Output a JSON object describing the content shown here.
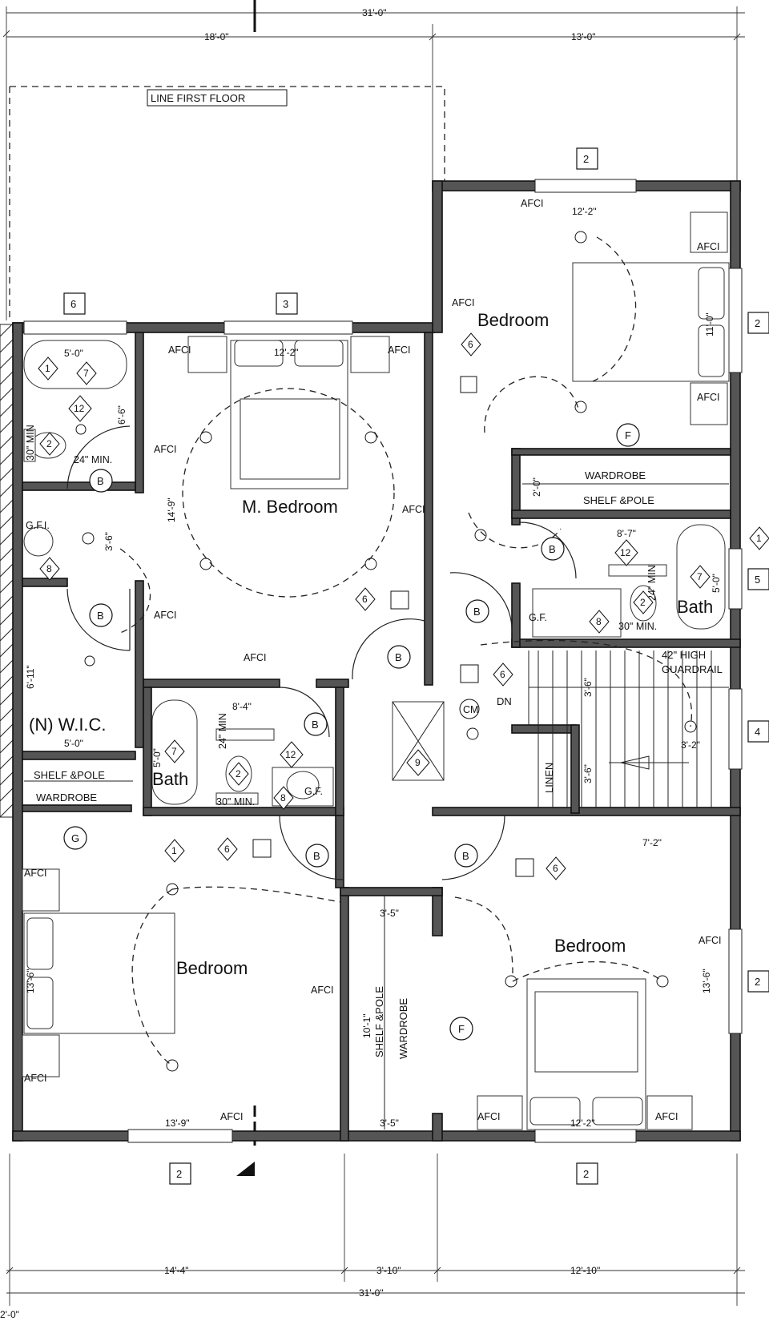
{
  "plan": {
    "line_first_floor": "LINE FIRST FLOOR",
    "overall_top": "31'-0\"",
    "overall_bottom": "31'-0\"",
    "bottom_left_fragment": "2'-0\"",
    "top_segments": [
      "18'-0\"",
      "13'-0\""
    ],
    "bottom_segments": [
      "14'-4\"",
      "3'-10\"",
      "12'-10\""
    ],
    "rooms": {
      "master": "M. Bedroom",
      "ne_bedroom": "Bedroom",
      "sw_bedroom": "Bedroom",
      "se_bedroom": "Bedroom",
      "wic": "(N) W.I.C.",
      "bath_left": "Bath",
      "bath_right": "Bath"
    },
    "labels": {
      "wardrobe": "WARDROBE",
      "shelf_pole": "SHELF &POLE",
      "linen": "LINEN",
      "guardrail_1": "42\" HIGH",
      "guardrail_2": "GUARDRAIL",
      "dn": "DN",
      "afci": "AFCI",
      "gfi": "G.F.I.",
      "gf": "G.F.",
      "cm": "CM",
      "min24": "24\" MIN.",
      "min30": "30\" MIN.",
      "min24_short": "24\" MIN",
      "min30_short": "30\" MIN"
    },
    "dims": {
      "master_w": "12'-2\"",
      "master_h": "14'-9\"",
      "bath_top": "5'-0\"",
      "bath_h": "6'-6\"",
      "powder_h": "3'-6\"",
      "wic_h": "6'-11\"",
      "wic_w": "5'-0\"",
      "ne_w": "12'-2\"",
      "ne_h": "11'-0\"",
      "closet_h": "2'-0\"",
      "bath_r_w": "8'-7\"",
      "tub_r": "5'-0\"",
      "bath_l_w": "8'-4\"",
      "tub_l": "5'-0\"",
      "stair_a": "3'-6\"",
      "stair_b": "3'-6\"",
      "stair_c": "3'-2\"",
      "se_top": "7'-2\"",
      "se_h": "13'-6\"",
      "se_w": "12'-2\"",
      "sw_h": "13'-6\"",
      "sw_w": "13'-9\"",
      "closet_w_top": "3'-5\"",
      "closet_w_bot": "3'-5\"",
      "closet_h2": "10'-1\""
    },
    "tags": {
      "win_ne_top": "2",
      "win_master_top": "3",
      "win_bath_top": "6",
      "win_east_1": "2",
      "win_east_5": "5",
      "win_east_4": "4",
      "win_east_2": "2",
      "win_bottom_left": "2",
      "win_bottom_right": "2",
      "door_b": "B",
      "door_f": "F",
      "door_g": "G",
      "diamond_1": "1",
      "diamond_6": "6",
      "diamond_7": "7",
      "diamond_8": "8",
      "diamond_9": "9",
      "diamond_12": "12",
      "diamond_2": "2"
    }
  }
}
